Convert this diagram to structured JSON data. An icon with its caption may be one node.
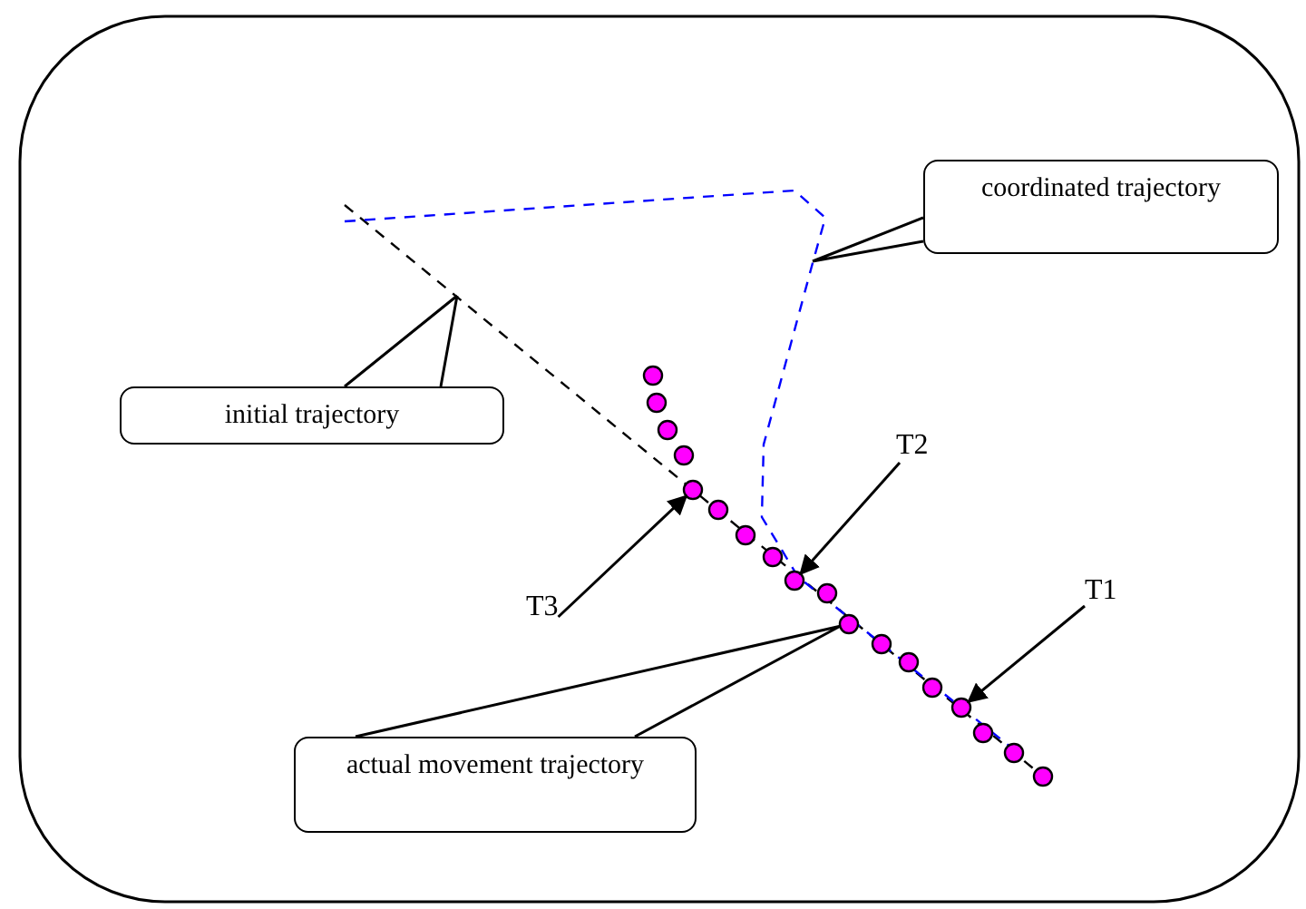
{
  "diagram": {
    "nodes": [
      {
        "text": [
          "coordinated trajectory"
        ]
      },
      {
        "text": [
          "initial trajectory"
        ]
      },
      {
        "text": [
          "T2"
        ]
      },
      {
        "text": [
          "T1"
        ]
      },
      {
        "text": [
          "T3"
        ]
      },
      {
        "text": [
          "actual movement trajectory"
        ]
      },
      {
        "text": [],
        "shape": "circle"
      },
      {
        "text": [],
        "shape": "circle"
      },
      {
        "text": [],
        "shape": "circle"
      },
      {
        "text": [],
        "shape": "circle"
      },
      {
        "text": [],
        "shape": "circle"
      },
      {
        "text": [],
        "shape": "circle"
      },
      {
        "text": [],
        "shape": "circle"
      },
      {
        "text": [],
        "shape": "circle"
      },
      {
        "text": [],
        "shape": "circle"
      },
      {
        "text": [],
        "shape": "circle"
      },
      {
        "text": [],
        "shape": "circle"
      },
      {
        "text": [],
        "shape": "circle"
      },
      {
        "text": [],
        "shape": "circle"
      },
      {
        "text": [],
        "shape": "circle"
      },
      {
        "text": [],
        "shape": "circle"
      },
      {
        "text": [],
        "shape": "circle"
      },
      {
        "text": [],
        "shape": "circle"
      },
      {
        "text": [],
        "shape": "circle"
      }
    ],
    "edges": [
      {
        "from": 0,
        "to": null,
        "arrow": "none"
      },
      {
        "from": 1,
        "to": null,
        "arrow": "none"
      },
      {
        "from": 2,
        "to": 14,
        "arrow": "to"
      },
      {
        "from": 3,
        "to": 20,
        "arrow": "to"
      },
      {
        "from": 4,
        "to": 10,
        "arrow": "to"
      },
      {
        "from": 5,
        "to": 16,
        "arrow": "none"
      }
    ]
  }
}
